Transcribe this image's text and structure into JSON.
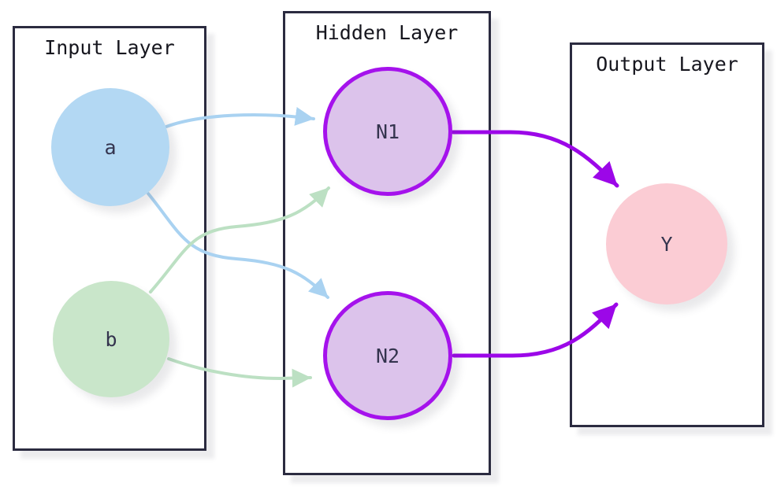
{
  "layers": [
    {
      "id": "input",
      "label": "Input Layer"
    },
    {
      "id": "hidden",
      "label": "Hidden Layer"
    },
    {
      "id": "output",
      "label": "Output Layer"
    }
  ],
  "nodes": [
    {
      "id": "a",
      "label": "a",
      "layer": "input",
      "fill": "#b3d8f3"
    },
    {
      "id": "b",
      "label": "b",
      "layer": "input",
      "fill": "#c9e6ca"
    },
    {
      "id": "N1",
      "label": "N1",
      "layer": "hidden",
      "fill": "#dcc3eb",
      "stroke": "#a512ec"
    },
    {
      "id": "N2",
      "label": "N2",
      "layer": "hidden",
      "fill": "#dcc3eb",
      "stroke": "#a512ec"
    },
    {
      "id": "Y",
      "label": "Y",
      "layer": "output",
      "fill": "#fbccd4"
    }
  ],
  "edges": [
    {
      "from": "a",
      "to": "N1",
      "color": "#a9d2f1"
    },
    {
      "from": "a",
      "to": "N2",
      "color": "#a9d2f1"
    },
    {
      "from": "b",
      "to": "N1",
      "color": "#bce0c3"
    },
    {
      "from": "b",
      "to": "N2",
      "color": "#bce0c3"
    },
    {
      "from": "N1",
      "to": "Y",
      "color": "#9c07e8"
    },
    {
      "from": "N2",
      "to": "Y",
      "color": "#9c07e8"
    }
  ],
  "colors": {
    "box_border": "#2b2b40",
    "title_text": "#16161e",
    "node_text": "#34344e",
    "background": "#ffffff"
  }
}
